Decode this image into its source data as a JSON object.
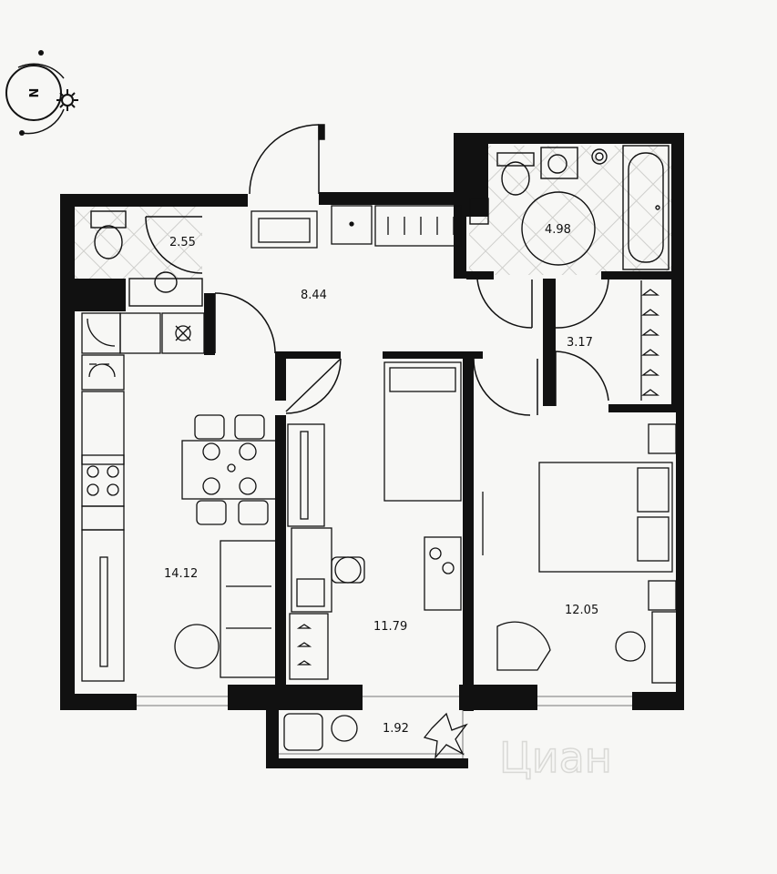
{
  "compass": {
    "letter": "N"
  },
  "rooms": [
    {
      "id": "wc",
      "area": "2.55"
    },
    {
      "id": "hall",
      "area": "8.44"
    },
    {
      "id": "bathroom",
      "area": "4.98"
    },
    {
      "id": "wardrobe",
      "area": "3.17"
    },
    {
      "id": "kitchen-living",
      "area": "14.12"
    },
    {
      "id": "bedroom-small",
      "area": "11.79"
    },
    {
      "id": "bedroom-main",
      "area": "12.05"
    },
    {
      "id": "balcony",
      "area": "1.92"
    }
  ],
  "watermark": "Циан"
}
